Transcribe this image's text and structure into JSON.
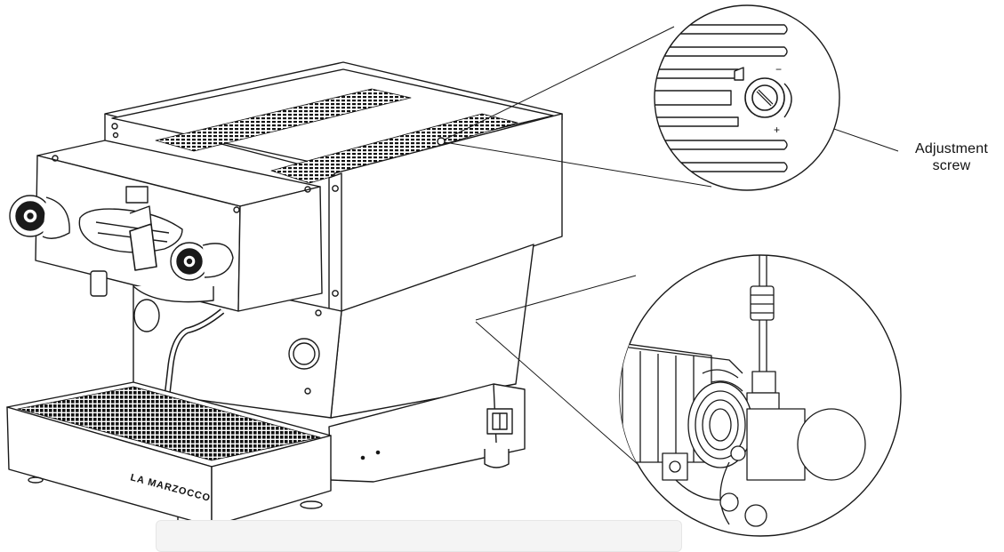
{
  "callout": {
    "line1": "Adjustment",
    "line2": "screw"
  },
  "brand": {
    "logo_text": "LA MARZOCCO"
  },
  "detail_views": [
    {
      "name": "adjustment-screw-detail",
      "symbols": [
        "−",
        "+"
      ]
    },
    {
      "name": "pump-coupling-detail"
    }
  ],
  "colors": {
    "line": "#1a1a1a",
    "background": "#ffffff"
  }
}
